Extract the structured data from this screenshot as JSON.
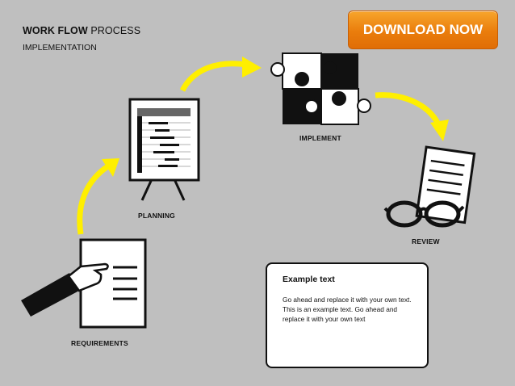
{
  "header": {
    "title_bold": "WORK FLOW",
    "title_rest": " PROCESS",
    "subtitle": "IMPLEMENTATION"
  },
  "download_button": {
    "label": "DOWNLOAD NOW"
  },
  "steps": {
    "requirements": "REQUIREMENTS",
    "planning": "PLANNING",
    "implement": "IMPLEMENT",
    "review": "REVIEW"
  },
  "text_box": {
    "title": "Example text",
    "body": "Go ahead and replace it with your own text. This is an example text. Go ahead and replace it with your own text"
  },
  "colors": {
    "background": "#bfbfbf",
    "arrow": "#ffef00",
    "button": "#ea7d0c"
  }
}
